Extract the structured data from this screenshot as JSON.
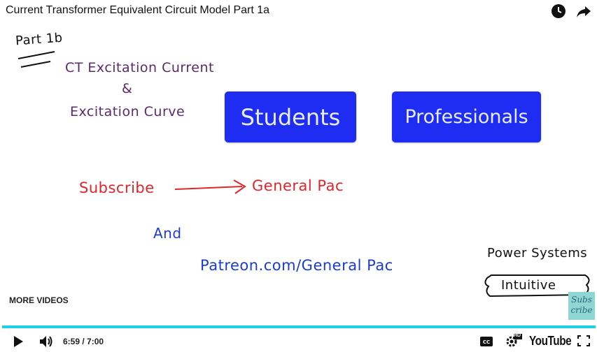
{
  "header": {
    "title": "Current Transformer Equivalent Circuit Model Part 1a"
  },
  "slide": {
    "part_label": "Part 1b",
    "topic_line1": "CT Excitation Current",
    "topic_amp": "&",
    "topic_line2": "Excitation Curve",
    "students_button": "Students",
    "professionals_button": "Professionals",
    "subscribe_word": "Subscribe",
    "channel_name": "General Pac",
    "and_word": "And",
    "patreon_url": "Patreon.com/General Pac",
    "brand_line1": "Power Systems",
    "brand_line2": "Intuitive"
  },
  "overlay": {
    "more_videos": "MORE VIDEOS",
    "subscribe_badge_line1": "Subs",
    "subscribe_badge_line2": "cribe"
  },
  "player": {
    "current_time": "6:59",
    "duration": "7:00",
    "time_display": "6:59 / 7:00",
    "progress_fraction": 0.998,
    "hd_badge": "HD",
    "youtube_logo": "YouTube",
    "progress_color": "#1fd1e8"
  },
  "icons": [
    "clock-icon",
    "share-icon",
    "play-icon",
    "volume-icon",
    "cc-icon",
    "settings-icon",
    "fullscreen-icon"
  ]
}
